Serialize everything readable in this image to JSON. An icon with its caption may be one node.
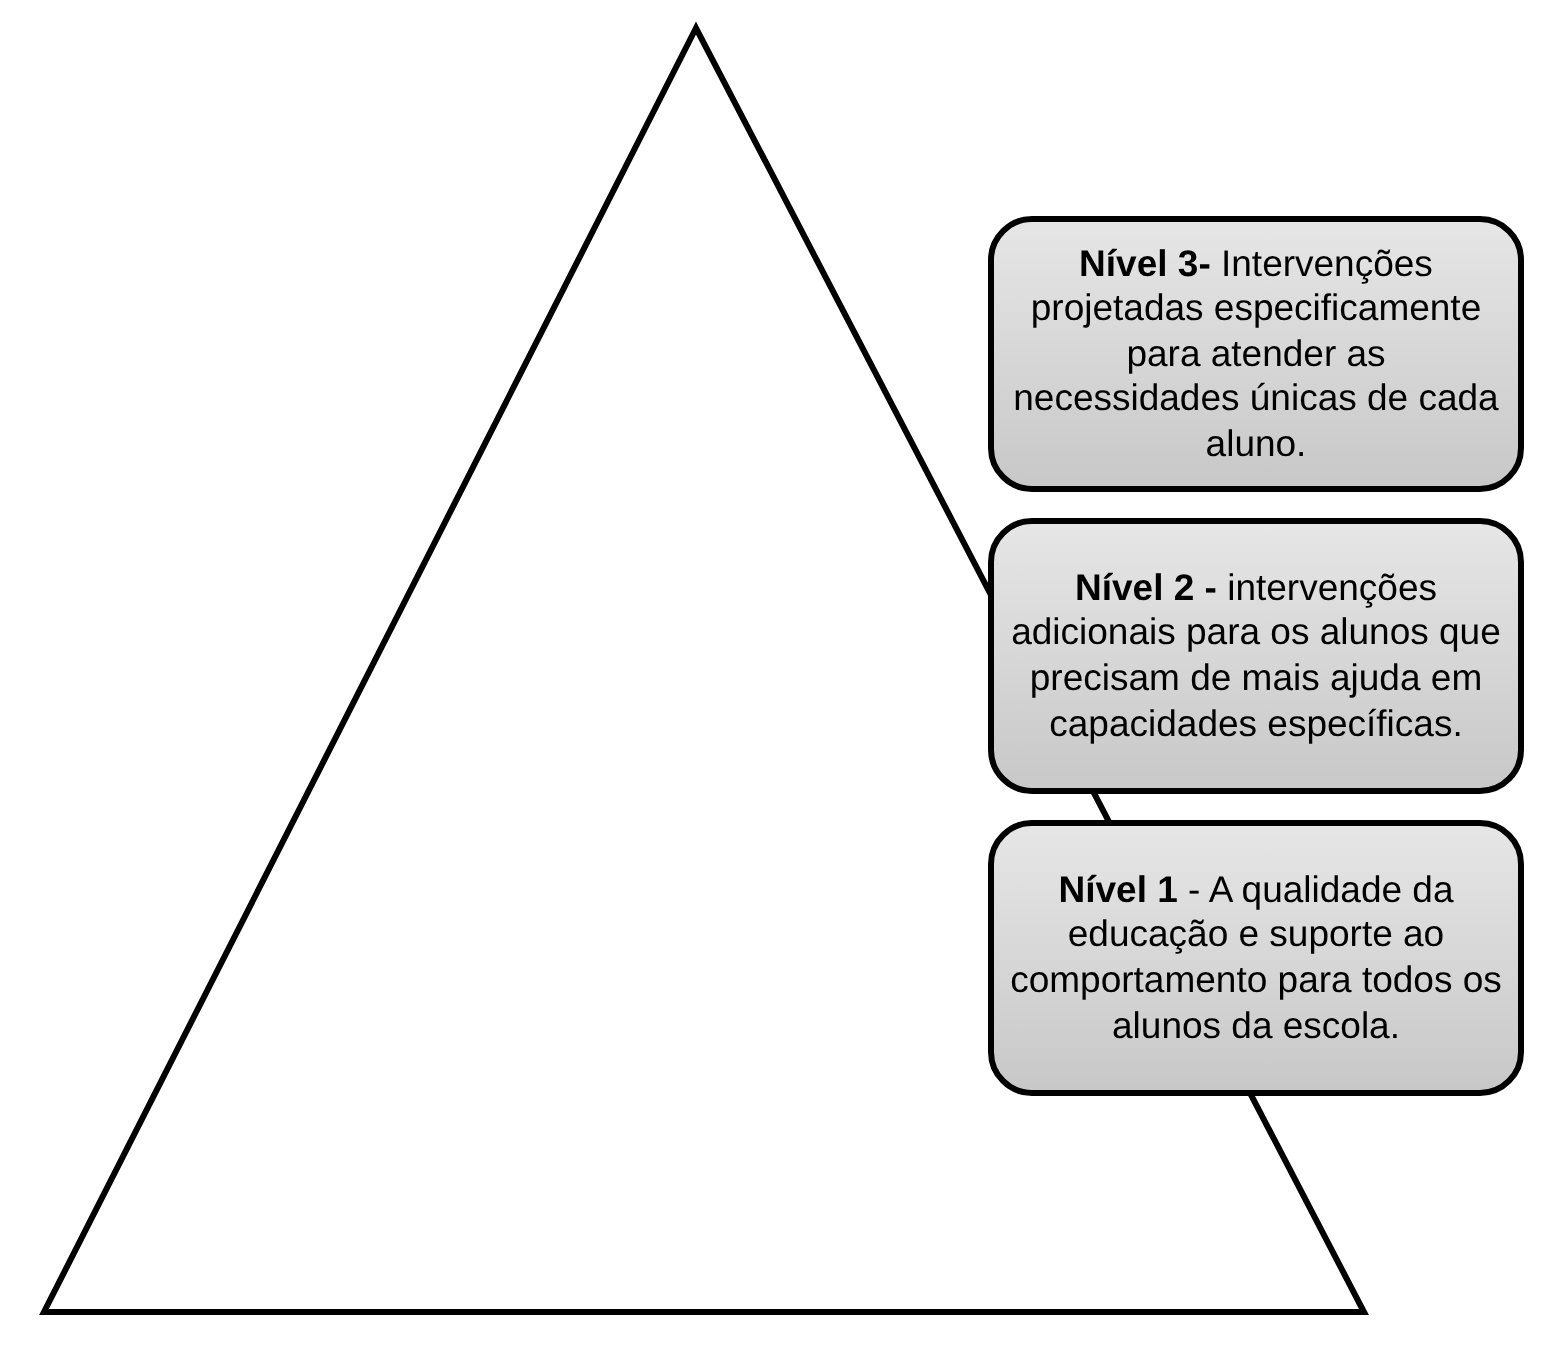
{
  "diagram": {
    "nodes": [
      {
        "text": [
          "**Nível 3-** Intervenções projetadas especificamente para atender as necessidades únicas de cada aluno."
        ]
      },
      {
        "text": [
          "**Nível 2 -** intervenções adicionais para os alunos que precisam de mais ajuda em capacidades específicas."
        ]
      },
      {
        "text": [
          "**Nível 1** - A qualidade da educação e suporte ao comportamento para todos os alunos da escola."
        ]
      }
    ],
    "edges": []
  }
}
